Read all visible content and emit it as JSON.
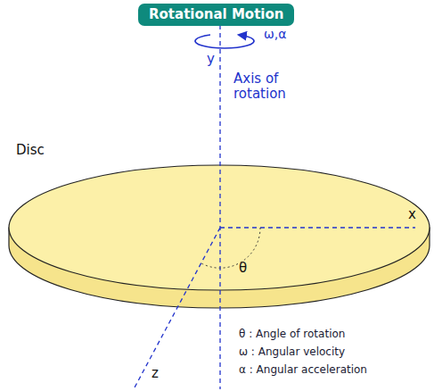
{
  "diagram": {
    "title": "Rotational Motion",
    "labels": [
      "ω,α",
      "y",
      "Axis of rotation",
      "Disc",
      "x",
      "θ",
      "z",
      "θ : Angle of rotation",
      "ω : Angular velocity",
      "α : Angular acceleration"
    ]
  }
}
